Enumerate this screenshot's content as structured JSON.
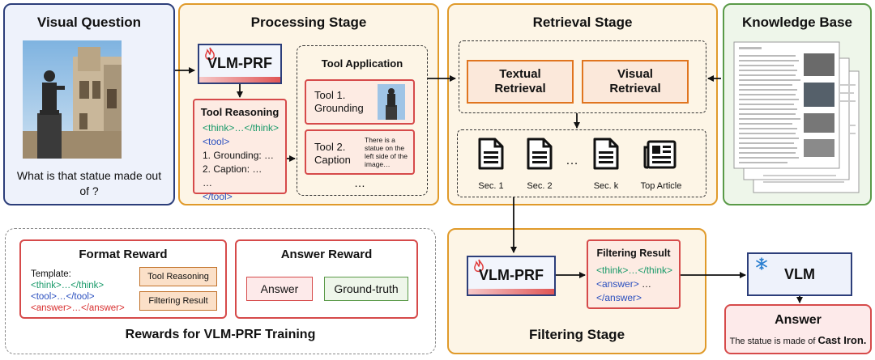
{
  "visual_question": {
    "title": "Visual Question",
    "question": "What is that statue made out of ?",
    "image_icon": "statue-photo"
  },
  "processing": {
    "title": "Processing Stage",
    "vlm_label": "VLM-PRF",
    "vlm_icon": "flame-icon",
    "tool_reasoning": {
      "title": "Tool Reasoning",
      "think": "<think>…</think>",
      "tool_open": "<tool>",
      "line1": "1. Grounding: …",
      "line2": "2. Caption: …",
      "ellipsis": "…",
      "tool_close": "</tool>"
    },
    "tool_application": {
      "title": "Tool Application",
      "tool1": "Tool 1. Grounding",
      "tool2": "Tool 2. Caption",
      "caption_text": "There is a statue on the left side of the image…",
      "more": "…"
    }
  },
  "retrieval": {
    "title": "Retrieval Stage",
    "textual": "Textual Retrieval",
    "visual": "Visual Retrieval",
    "docs": [
      "Sec. 1",
      "Sec. 2",
      "Sec. k",
      "Top Article"
    ],
    "doc_ellipsis": "…"
  },
  "knowledge_base": {
    "title": "Knowledge Base",
    "icon": "wiki-pages-icon"
  },
  "rewards": {
    "title": "Rewards for VLM-PRF Training",
    "format": {
      "title": "Format Reward",
      "template_label": "Template:",
      "think": "<think>…</think>",
      "tool": "<tool>…</tool>",
      "answer": "<answer>…</answer>",
      "tag1": "Tool Reasoning",
      "tag2": "Filtering Result"
    },
    "answer_reward": {
      "title": "Answer Reward",
      "answer": "Answer",
      "ground_truth": "Ground-truth"
    }
  },
  "filtering": {
    "title": "Filtering Stage",
    "vlm_label": "VLM-PRF",
    "result_title": "Filtering Result",
    "think": "<think>…</think>",
    "answer_open": "<answer>",
    "answer_dots": "…",
    "answer_close": "</answer>"
  },
  "vlm": {
    "label": "VLM",
    "icon": "snowflake-icon"
  },
  "answer": {
    "title": "Answer",
    "prefix": "The statue is made of ",
    "value": "Cast Iron."
  },
  "colors": {
    "blue_border": "#2c3e7a",
    "orange_border": "#e09a2a",
    "green_border": "#5a9a48",
    "red_border": "#d64a4a",
    "vq_bg": "#eef2fb",
    "stage_bg": "#fdf5e6",
    "kb_bg": "#eef6ea"
  }
}
